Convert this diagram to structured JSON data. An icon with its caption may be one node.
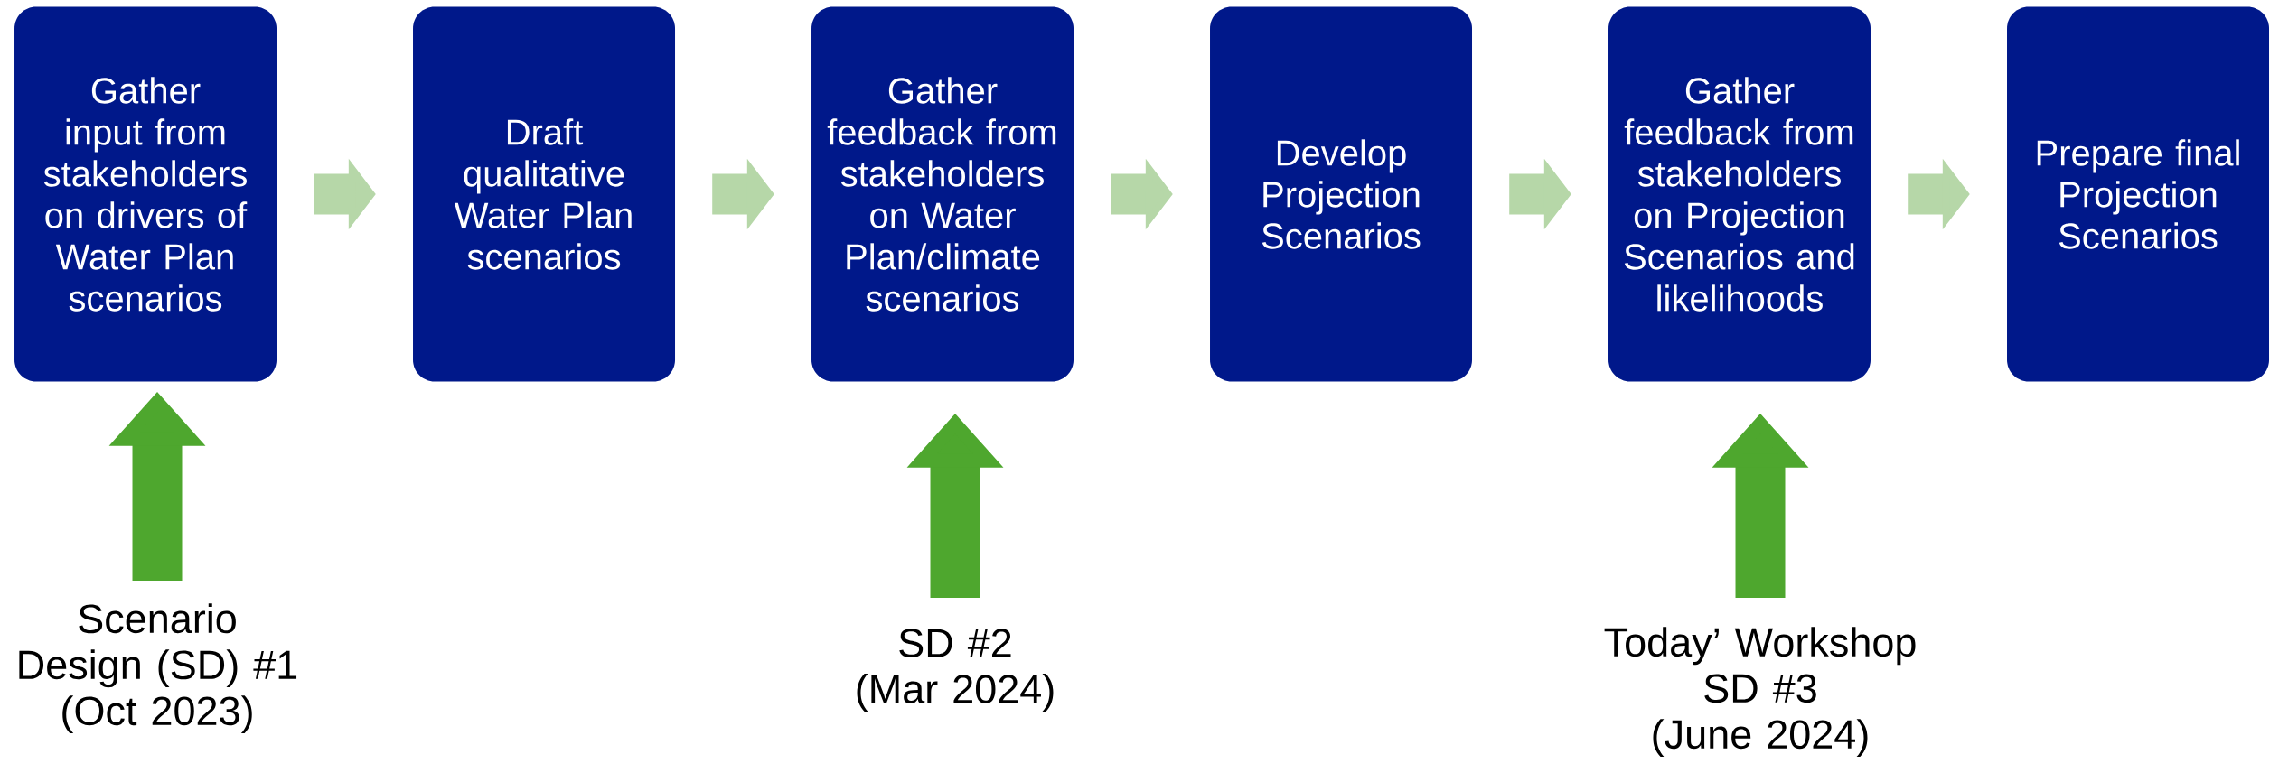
{
  "diagram": {
    "nodes": [
      {
        "text": [
          "Gather input from stakeholders on drivers of Water Plan scenarios"
        ]
      },
      {
        "text": [
          "Draft qualitative Water Plan scenarios"
        ]
      },
      {
        "text": [
          "Gather feedback from stakeholders on Water Plan/climate scenarios"
        ]
      },
      {
        "text": [
          "Develop Projection Scenarios"
        ]
      },
      {
        "text": [
          "Gather feedback from stakeholders on Projection Scenarios and likelihoods"
        ]
      },
      {
        "text": [
          "Prepare final Projection Scenarios"
        ]
      },
      {
        "text": [
          "Scenario Design (SD) #1",
          "(Oct 2023)"
        ]
      },
      {
        "text": [
          "SD #2",
          "(Mar 2024)"
        ]
      },
      {
        "text": [
          "Today’ Workshop SD #3",
          "(June 2024)"
        ]
      }
    ],
    "edges": [
      {
        "from": 0,
        "to": 1,
        "arrow": "to"
      },
      {
        "from": 1,
        "to": 2,
        "arrow": "to"
      },
      {
        "from": 2,
        "to": 3,
        "arrow": "to"
      },
      {
        "from": 3,
        "to": 4,
        "arrow": "to"
      },
      {
        "from": 4,
        "to": 5,
        "arrow": "to"
      },
      {
        "from": 6,
        "to": 0,
        "arrow": "to",
        "color": "#4ea72e"
      },
      {
        "from": 7,
        "to": 2,
        "arrow": "to",
        "color": "#4ea72e"
      },
      {
        "from": 8,
        "to": 4,
        "arrow": "to",
        "color": "#4ea72e"
      }
    ]
  }
}
